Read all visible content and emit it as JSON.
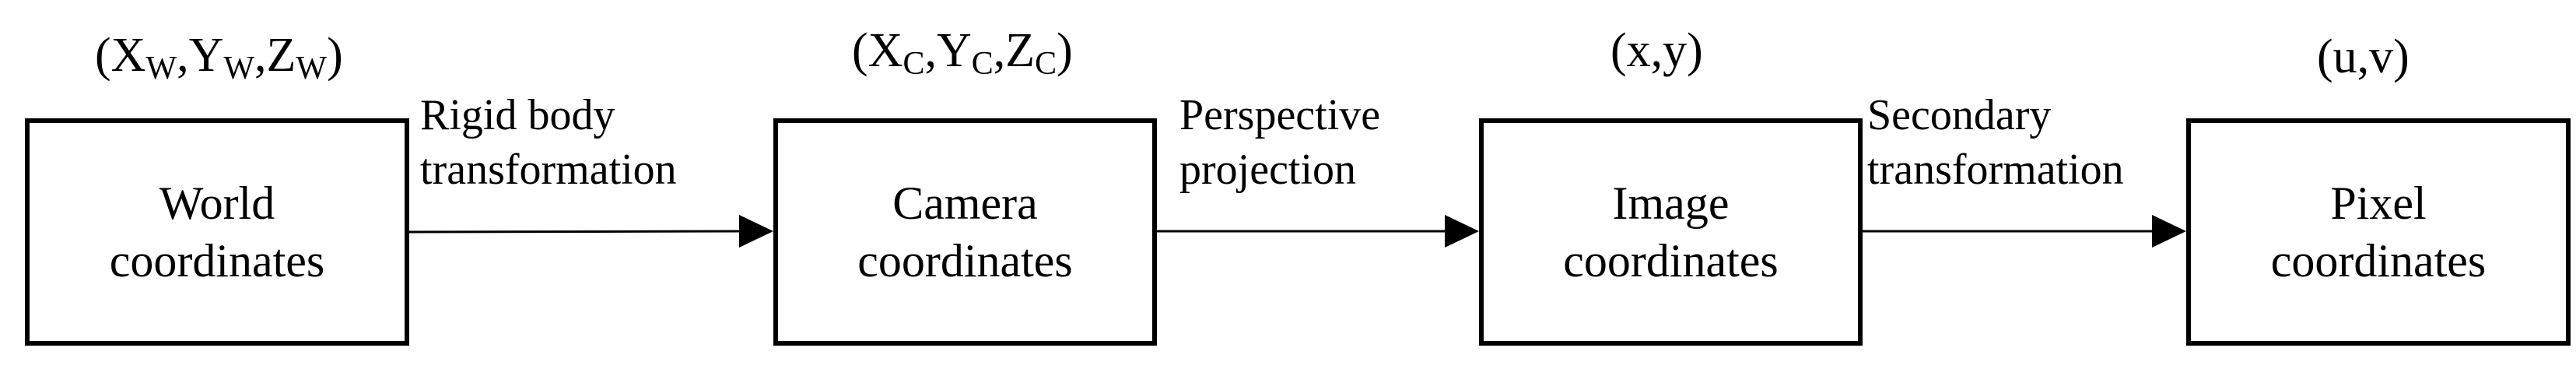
{
  "boxes": {
    "world": {
      "line1": "World",
      "line2": "coordinates"
    },
    "camera": {
      "line1": "Camera",
      "line2": "coordinates"
    },
    "image": {
      "line1": "Image",
      "line2": "coordinates"
    },
    "pixel": {
      "line1": "Pixel",
      "line2": "coordinates"
    }
  },
  "coords": {
    "world": {
      "open": "(",
      "x": "X",
      "x_sub": "W",
      "sep1": ",",
      "y": "Y",
      "y_sub": "W",
      "sep2": ",",
      "z": "Z",
      "z_sub": "W",
      "close": ")"
    },
    "camera": {
      "open": "(",
      "x": "X",
      "x_sub": "C",
      "sep1": ",",
      "y": "Y",
      "y_sub": "C",
      "sep2": ",",
      "z": "Z",
      "z_sub": "C",
      "close": ")"
    },
    "image": {
      "text": "(x,y)"
    },
    "pixel": {
      "text": "(u,v)"
    }
  },
  "arrows": {
    "rigid": {
      "line1": "Rigid body",
      "line2": "transformation"
    },
    "perspective": {
      "line1": "Perspective",
      "line2": "projection"
    },
    "secondary": {
      "line1": "Secondary",
      "line2": "transformation"
    }
  },
  "colors": {
    "stroke": "#000000",
    "background": "#ffffff"
  }
}
